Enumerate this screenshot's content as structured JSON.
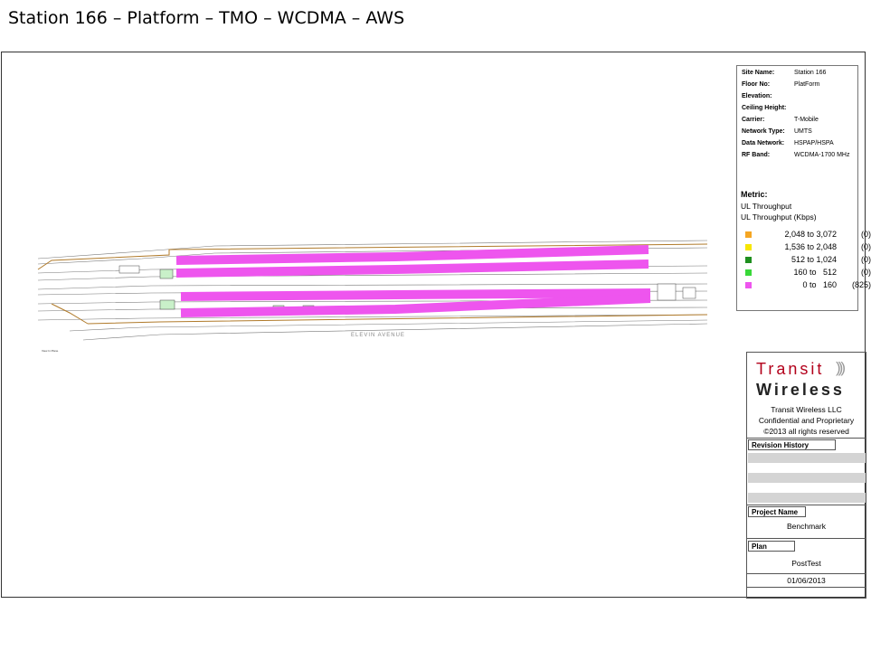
{
  "slide": {
    "title": "Station 166 – Platform – TMO – WCDMA – AWS"
  },
  "site_info": [
    {
      "label": "Site Name:",
      "value": "Station 166"
    },
    {
      "label": "Floor No:",
      "value": "PlatForm"
    },
    {
      "label": "Elevation:",
      "value": ""
    },
    {
      "label": "Ceiling Height:",
      "value": ""
    },
    {
      "label": "Carrier:",
      "value": "T-Mobile"
    },
    {
      "label": "Network Type:",
      "value": "UMTS"
    },
    {
      "label": "Data Network:",
      "value": "HSPAP/HSPA"
    },
    {
      "label": "RF Band:",
      "value": "WCDMA-1700 MHz"
    }
  ],
  "metric": {
    "heading": "Metric:",
    "line1": "UL Throughput",
    "line2": "UL Throughput (Kbps)",
    "legend": [
      {
        "range": "2,048 to 3,072",
        "count": "(0)",
        "color": "#f5a623"
      },
      {
        "range": "1,536 to 2,048",
        "count": "(0)",
        "color": "#f7e600"
      },
      {
        "range": "512 to 1,024",
        "count": "(0)",
        "color": "#1f8f1f"
      },
      {
        "range": "160 to   512",
        "count": "(0)",
        "color": "#39d839"
      },
      {
        "range": "0 to   160",
        "count": "(825)",
        "color": "#ee55ee"
      }
    ]
  },
  "plan": {
    "street_label": "ELEVIN AVENUE",
    "caption": "View In Plane",
    "trace_color": "#ee55ee"
  },
  "title_block": {
    "logo_line1": "Transit",
    "logo_waves": ")))",
    "logo_line2": "Wireless",
    "company": "Transit Wireless LLC",
    "confidential": "Confidential and Proprietary",
    "copyright": "©2013 all rights reserved",
    "revision_label": "Revision History",
    "project_label": "Project Name",
    "project_value": "Benchmark",
    "plan_label": "Plan",
    "plan_value": "PostTest",
    "date": "01/06/2013"
  }
}
